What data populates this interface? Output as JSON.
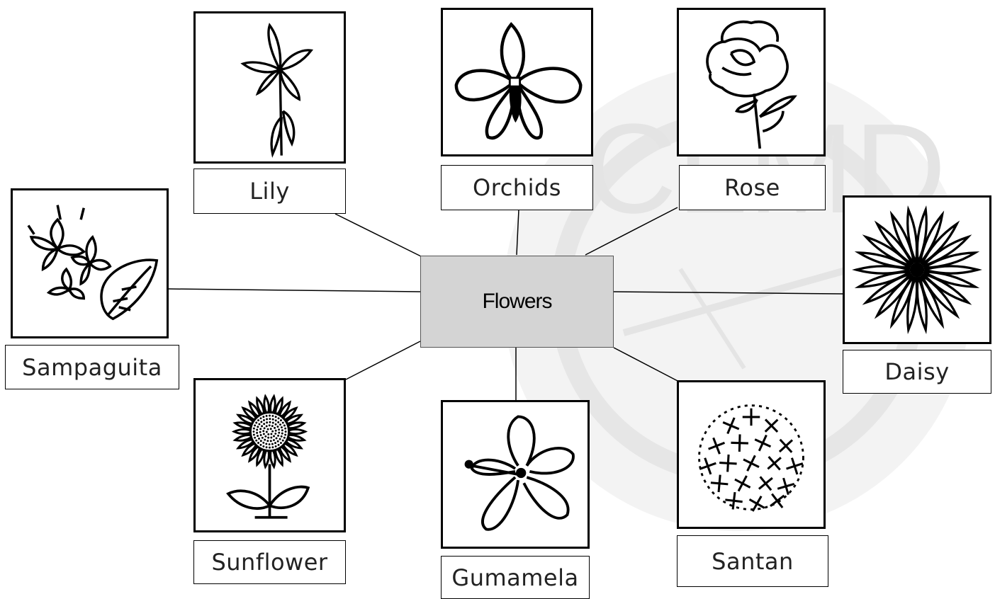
{
  "center": {
    "label": "Flowers"
  },
  "watermark_text": "CLMD",
  "flowers": [
    {
      "id": "lily",
      "label": "Lily",
      "icon": "lily-icon"
    },
    {
      "id": "orchids",
      "label": "Orchids",
      "icon": "orchid-icon"
    },
    {
      "id": "rose",
      "label": "Rose",
      "icon": "rose-icon"
    },
    {
      "id": "sampaguita",
      "label": "Sampaguita",
      "icon": "sampaguita-icon"
    },
    {
      "id": "daisy",
      "label": "Daisy",
      "icon": "daisy-icon"
    },
    {
      "id": "sunflower",
      "label": "Sunflower",
      "icon": "sunflower-icon"
    },
    {
      "id": "gumamela",
      "label": "Gumamela",
      "icon": "gumamela-icon"
    },
    {
      "id": "santan",
      "label": "Santan",
      "icon": "santan-icon"
    }
  ],
  "colors": {
    "center_fill": "#d4d4d4",
    "line": "#000000",
    "watermark": "#ececec"
  }
}
